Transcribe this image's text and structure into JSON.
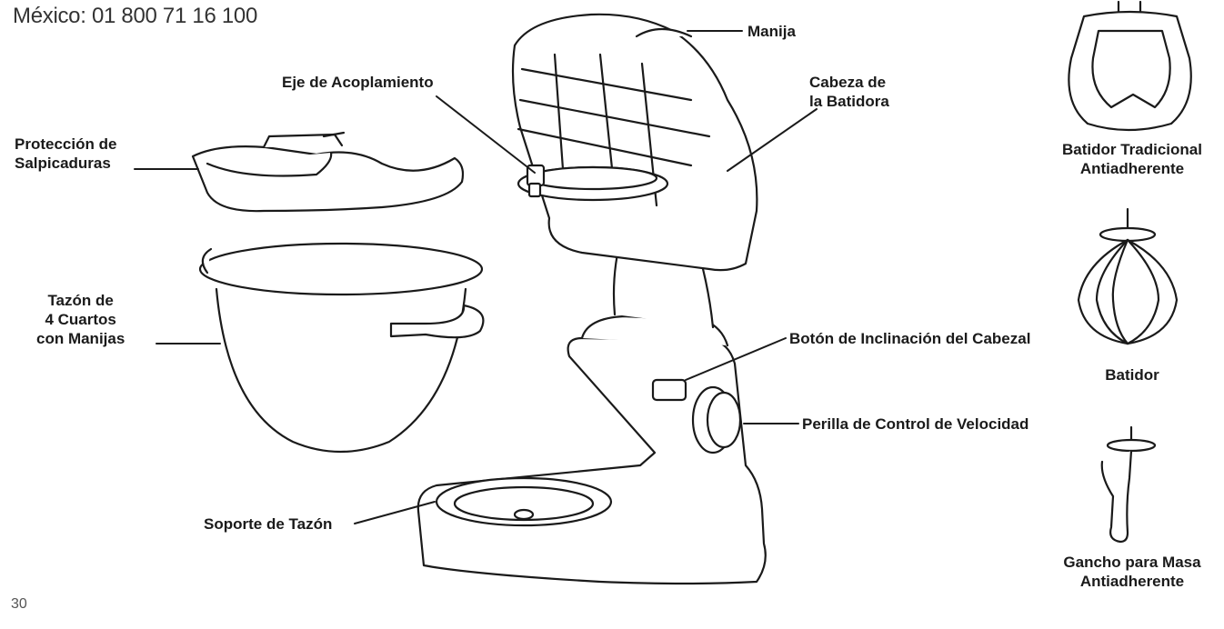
{
  "header": {
    "phone": "México: 01 800 71 16 100"
  },
  "labels": {
    "manija": "Manija",
    "cabeza": [
      "Cabeza de",
      "la Batidora"
    ],
    "eje": "Eje de Acoplamiento",
    "proteccion": [
      "Protección de",
      "Salpicaduras"
    ],
    "tazon": [
      "Tazón de",
      "4 Cuartos",
      "con Manijas"
    ],
    "boton": "Botón de Inclinación del Cabezal",
    "perilla": "Perilla de Control de Velocidad",
    "soporte": "Soporte de Tazón",
    "batidor_tradicional": [
      "Batidor Tradicional",
      "Antiadherente"
    ],
    "batidor": "Batidor",
    "gancho": [
      "Gancho para Masa",
      "Antiadherente"
    ]
  },
  "footer": {
    "page_number": "30"
  }
}
